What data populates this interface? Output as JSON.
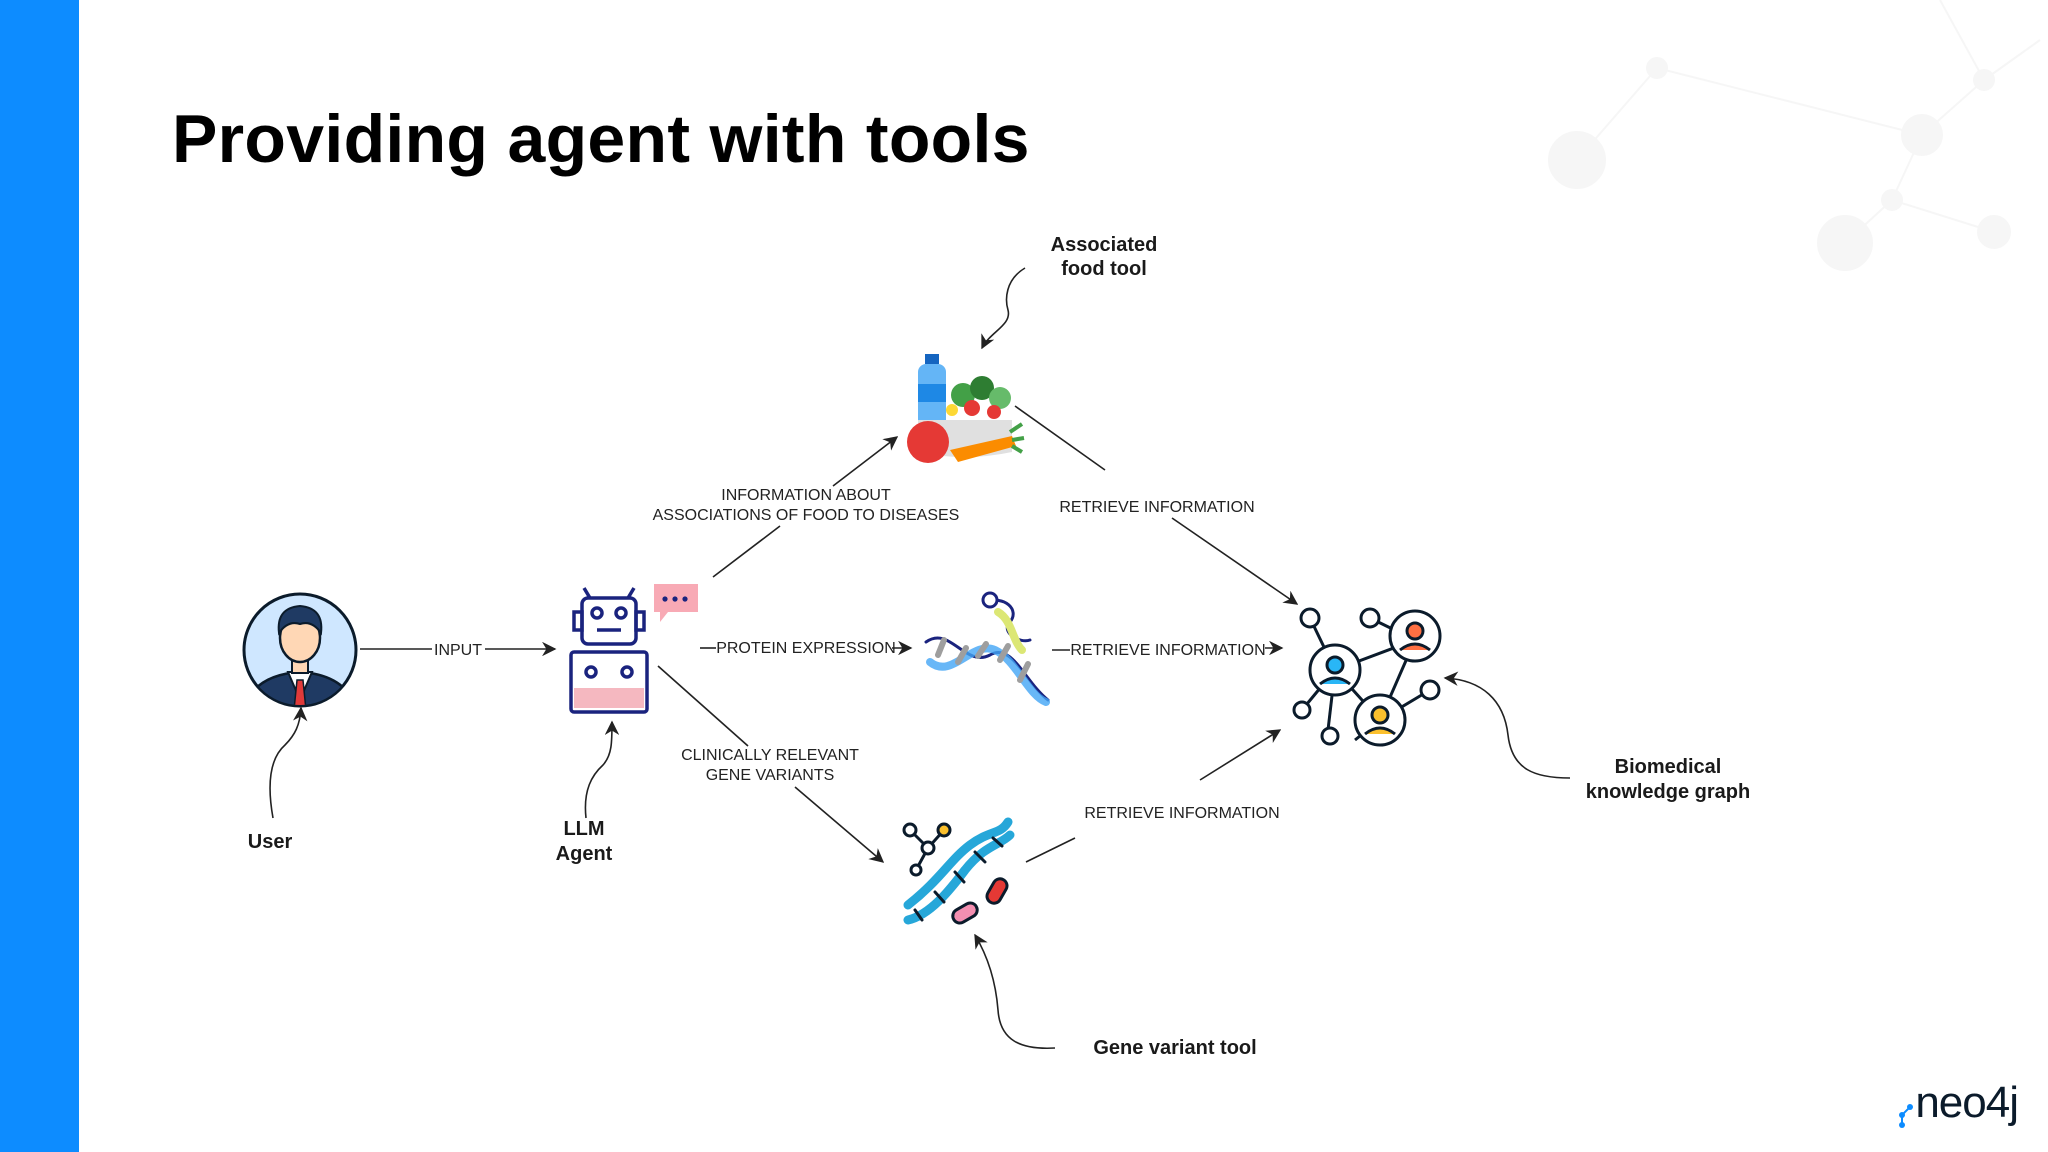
{
  "slide": {
    "title": "Providing agent with tools",
    "accent_color": "#0d8cff",
    "logo_text": "neo4j"
  },
  "nodes": {
    "user": "User",
    "llm_agent_line1": "LLM",
    "llm_agent_line2": "Agent",
    "food_tool_line1": "Associated",
    "food_tool_line2": "food tool",
    "gene_tool": "Gene variant tool",
    "kg_line1": "Biomedical",
    "kg_line2": "knowledge graph"
  },
  "edges": {
    "input": "INPUT",
    "food_info_line1": "INFORMATION ABOUT",
    "food_info_line2": "ASSOCIATIONS OF FOOD TO DISEASES",
    "protein_expression": "PROTEIN EXPRESSION",
    "gene_variants_line1": "CLINICALLY RELEVANT",
    "gene_variants_line2": "GENE VARIANTS",
    "retrieve_top": "RETRIEVE INFORMATION",
    "retrieve_mid": "RETRIEVE INFORMATION",
    "retrieve_bottom": "RETRIEVE INFORMATION"
  },
  "icons": [
    "user-avatar-icon",
    "robot-icon",
    "chat-bubble-icon",
    "food-icon",
    "protein-helix-icon",
    "dna-icon",
    "knowledge-graph-icon",
    "network-decoration-icon"
  ]
}
